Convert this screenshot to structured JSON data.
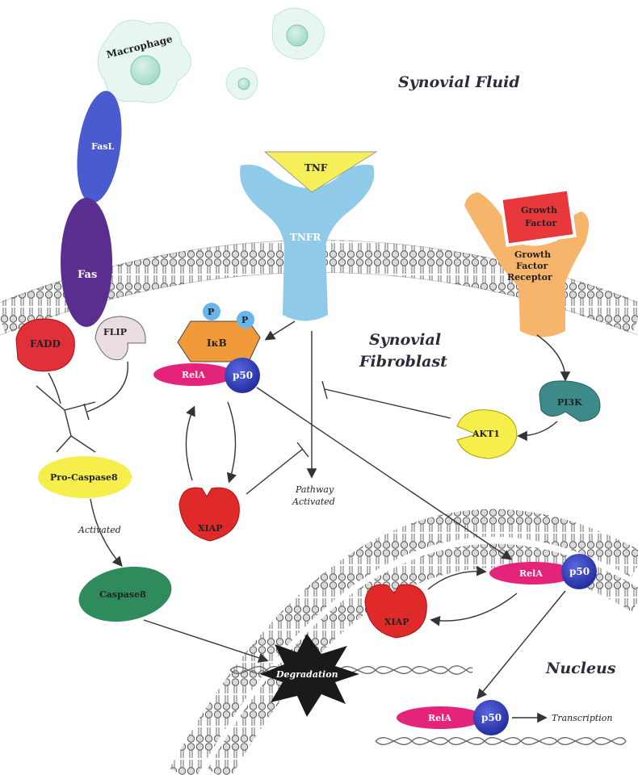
{
  "regions": {
    "synovial_fluid": "Synovial  Fluid",
    "synovial_fibroblast_1": "Synovial",
    "synovial_fibroblast_2": "Fibroblast",
    "nucleus": "Nucleus"
  },
  "cells": {
    "macrophage": "Macrophage"
  },
  "proteins": {
    "fasl": "FasL",
    "fas": "Fas",
    "fadd": "FADD",
    "flip": "FLIP",
    "tnf": "TNF",
    "tnfr": "TNFR",
    "growth_factor_1": "Growth",
    "growth_factor_2": "Factor",
    "gfr_1": "Growth",
    "gfr_2": "Factor",
    "gfr_3": "Receptor",
    "p1": "P",
    "p2": "P",
    "ikb": "IκB",
    "rela": "RelA",
    "p50": "p50",
    "pi3k": "PI3K",
    "akt1": "AKT1",
    "pro_caspase8": "Pro-Caspase8",
    "xiap": "XIAP",
    "caspase8": "Caspase8",
    "rela_2": "RelA",
    "p50_2": "p50",
    "xiap_2": "XIAP",
    "rela_3": "RelA",
    "p50_3": "p50"
  },
  "notes": {
    "activated": "Activated",
    "pathway_1": "Pathway",
    "pathway_2": "Activated",
    "degradation": "Degradation",
    "transcription": "Transcription"
  },
  "colors": {
    "fasl": "#4a5bd0",
    "fas": "#5a2e8e",
    "fadd": "#e0303a",
    "flip": "#e9dde3",
    "tnf": "#f5f05a",
    "tnfr": "#8fcbe8",
    "growth_factor": "#e8383b",
    "gfr": "#f6b56a",
    "ikb": "#f19a3c",
    "phospho": "#6ab6ec",
    "rela": "#e4237a",
    "p50": "#2b36b8",
    "pi3k": "#3d8a8a",
    "akt1": "#f6ee4a",
    "pro_caspase8": "#f6ee4a",
    "xiap": "#e02a2a",
    "caspase8": "#2f8a5c",
    "macrophage": "#aee0d0"
  }
}
